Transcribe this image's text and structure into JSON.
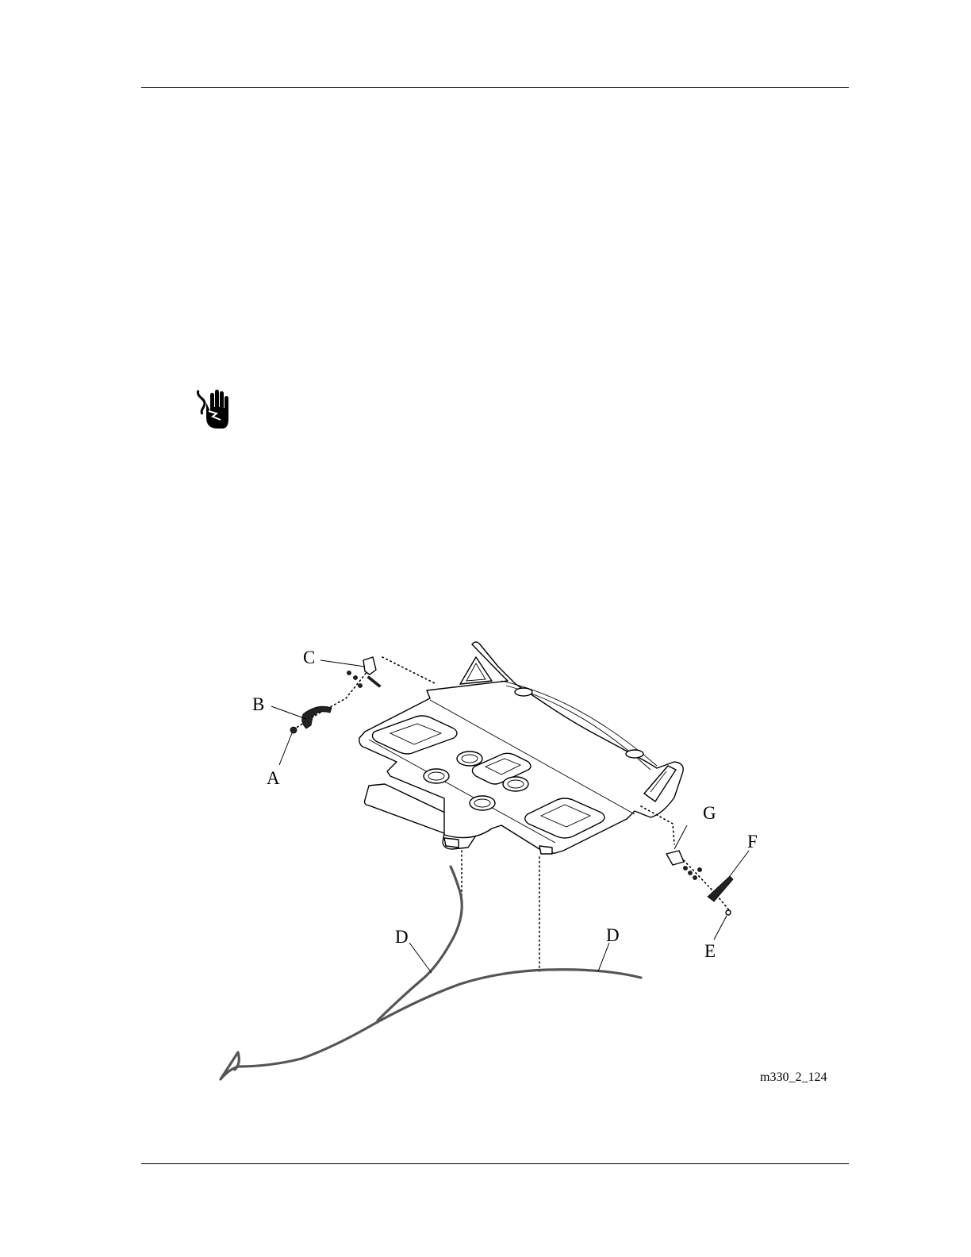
{
  "page": {
    "figure_id": "m330_2_124",
    "icons": [
      "electric-shock-hazard-icon"
    ]
  },
  "figure": {
    "callouts": {
      "A": "A",
      "B": "B",
      "C": "C",
      "D_left": "D",
      "D_right": "D",
      "E": "E",
      "F": "F",
      "G": "G"
    }
  }
}
